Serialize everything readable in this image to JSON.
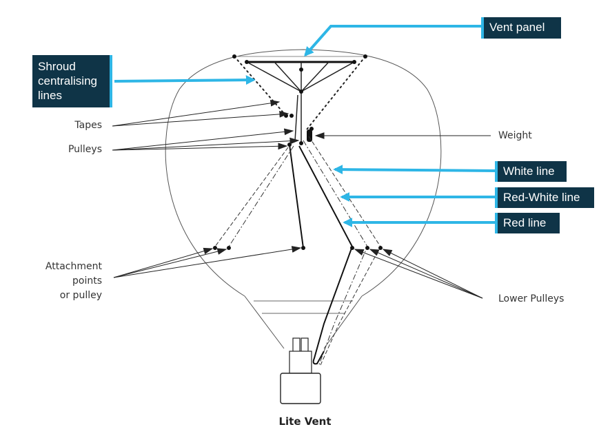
{
  "caption": "Lite Vent",
  "labels": {
    "tapes": "Tapes",
    "pulleys": "Pulleys",
    "weight": "Weight",
    "attachment_1": "Attachment",
    "attachment_2": "points",
    "attachment_3": "or pulley",
    "lower_pulleys": "Lower Pulleys"
  },
  "callouts": {
    "vent_panel": "Vent panel",
    "shroud_1": "Shroud",
    "shroud_2": "centralising",
    "shroud_3": "lines",
    "white_line": "White line",
    "red_white_line": "Red-White line",
    "red_line": "Red line"
  },
  "colors": {
    "callout_bg": "#0f3447",
    "callout_accent": "#2eb6e6",
    "line": "#222222",
    "envelope": "#555555"
  }
}
